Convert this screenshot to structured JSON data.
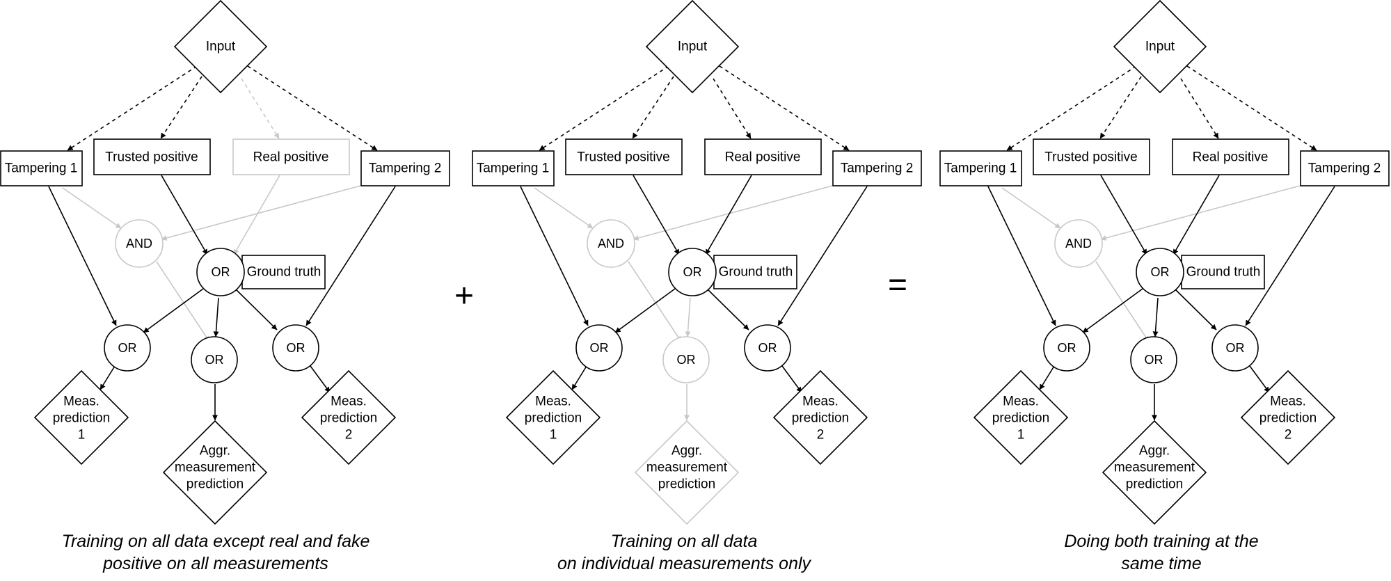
{
  "panels": [
    {
      "input": "Input",
      "tampering1": "Tampering 1",
      "trusted_positive": "Trusted positive",
      "real_positive": "Real positive",
      "tampering2": "Tampering 2",
      "and_gate": "AND",
      "or_center": "OR",
      "ground_truth": "Ground truth",
      "or_left": "OR",
      "or_mid": "OR",
      "or_right": "OR",
      "meas1": [
        "Meas.",
        "prediction",
        "1"
      ],
      "aggr": [
        "Aggr.",
        "measurement",
        "prediction"
      ],
      "meas2": [
        "Meas.",
        "prediction",
        "2"
      ],
      "caption": [
        "Training on all data except real and fake",
        "positive on all measurements"
      ]
    },
    {
      "input": "Input",
      "tampering1": "Tampering 1",
      "trusted_positive": "Trusted positive",
      "real_positive": "Real positive",
      "tampering2": "Tampering 2",
      "and_gate": "AND",
      "or_center": "OR",
      "ground_truth": "Ground truth",
      "or_left": "OR",
      "or_mid": "OR",
      "or_right": "OR",
      "meas1": [
        "Meas.",
        "prediction",
        "1"
      ],
      "aggr": [
        "Aggr.",
        "measurement",
        "prediction"
      ],
      "meas2": [
        "Meas.",
        "prediction",
        "2"
      ],
      "caption": [
        "Training on all data",
        "on individual measurements only"
      ]
    },
    {
      "input": "Input",
      "tampering1": "Tampering 1",
      "trusted_positive": "Trusted positive",
      "real_positive": "Real positive",
      "tampering2": "Tampering 2",
      "and_gate": "AND",
      "or_center": "OR",
      "ground_truth": "Ground truth",
      "or_left": "OR",
      "or_mid": "OR",
      "or_right": "OR",
      "meas1": [
        "Meas.",
        "prediction",
        "1"
      ],
      "aggr": [
        "Aggr.",
        "measurement",
        "prediction"
      ],
      "meas2": [
        "Meas.",
        "prediction",
        "2"
      ],
      "caption": [
        "Doing both training at the",
        "same time"
      ]
    }
  ],
  "operators": {
    "plus": "+",
    "equals": "="
  },
  "colors": {
    "active": "#000000",
    "dimmed": "#c8c8c8",
    "background": "#ffffff"
  }
}
